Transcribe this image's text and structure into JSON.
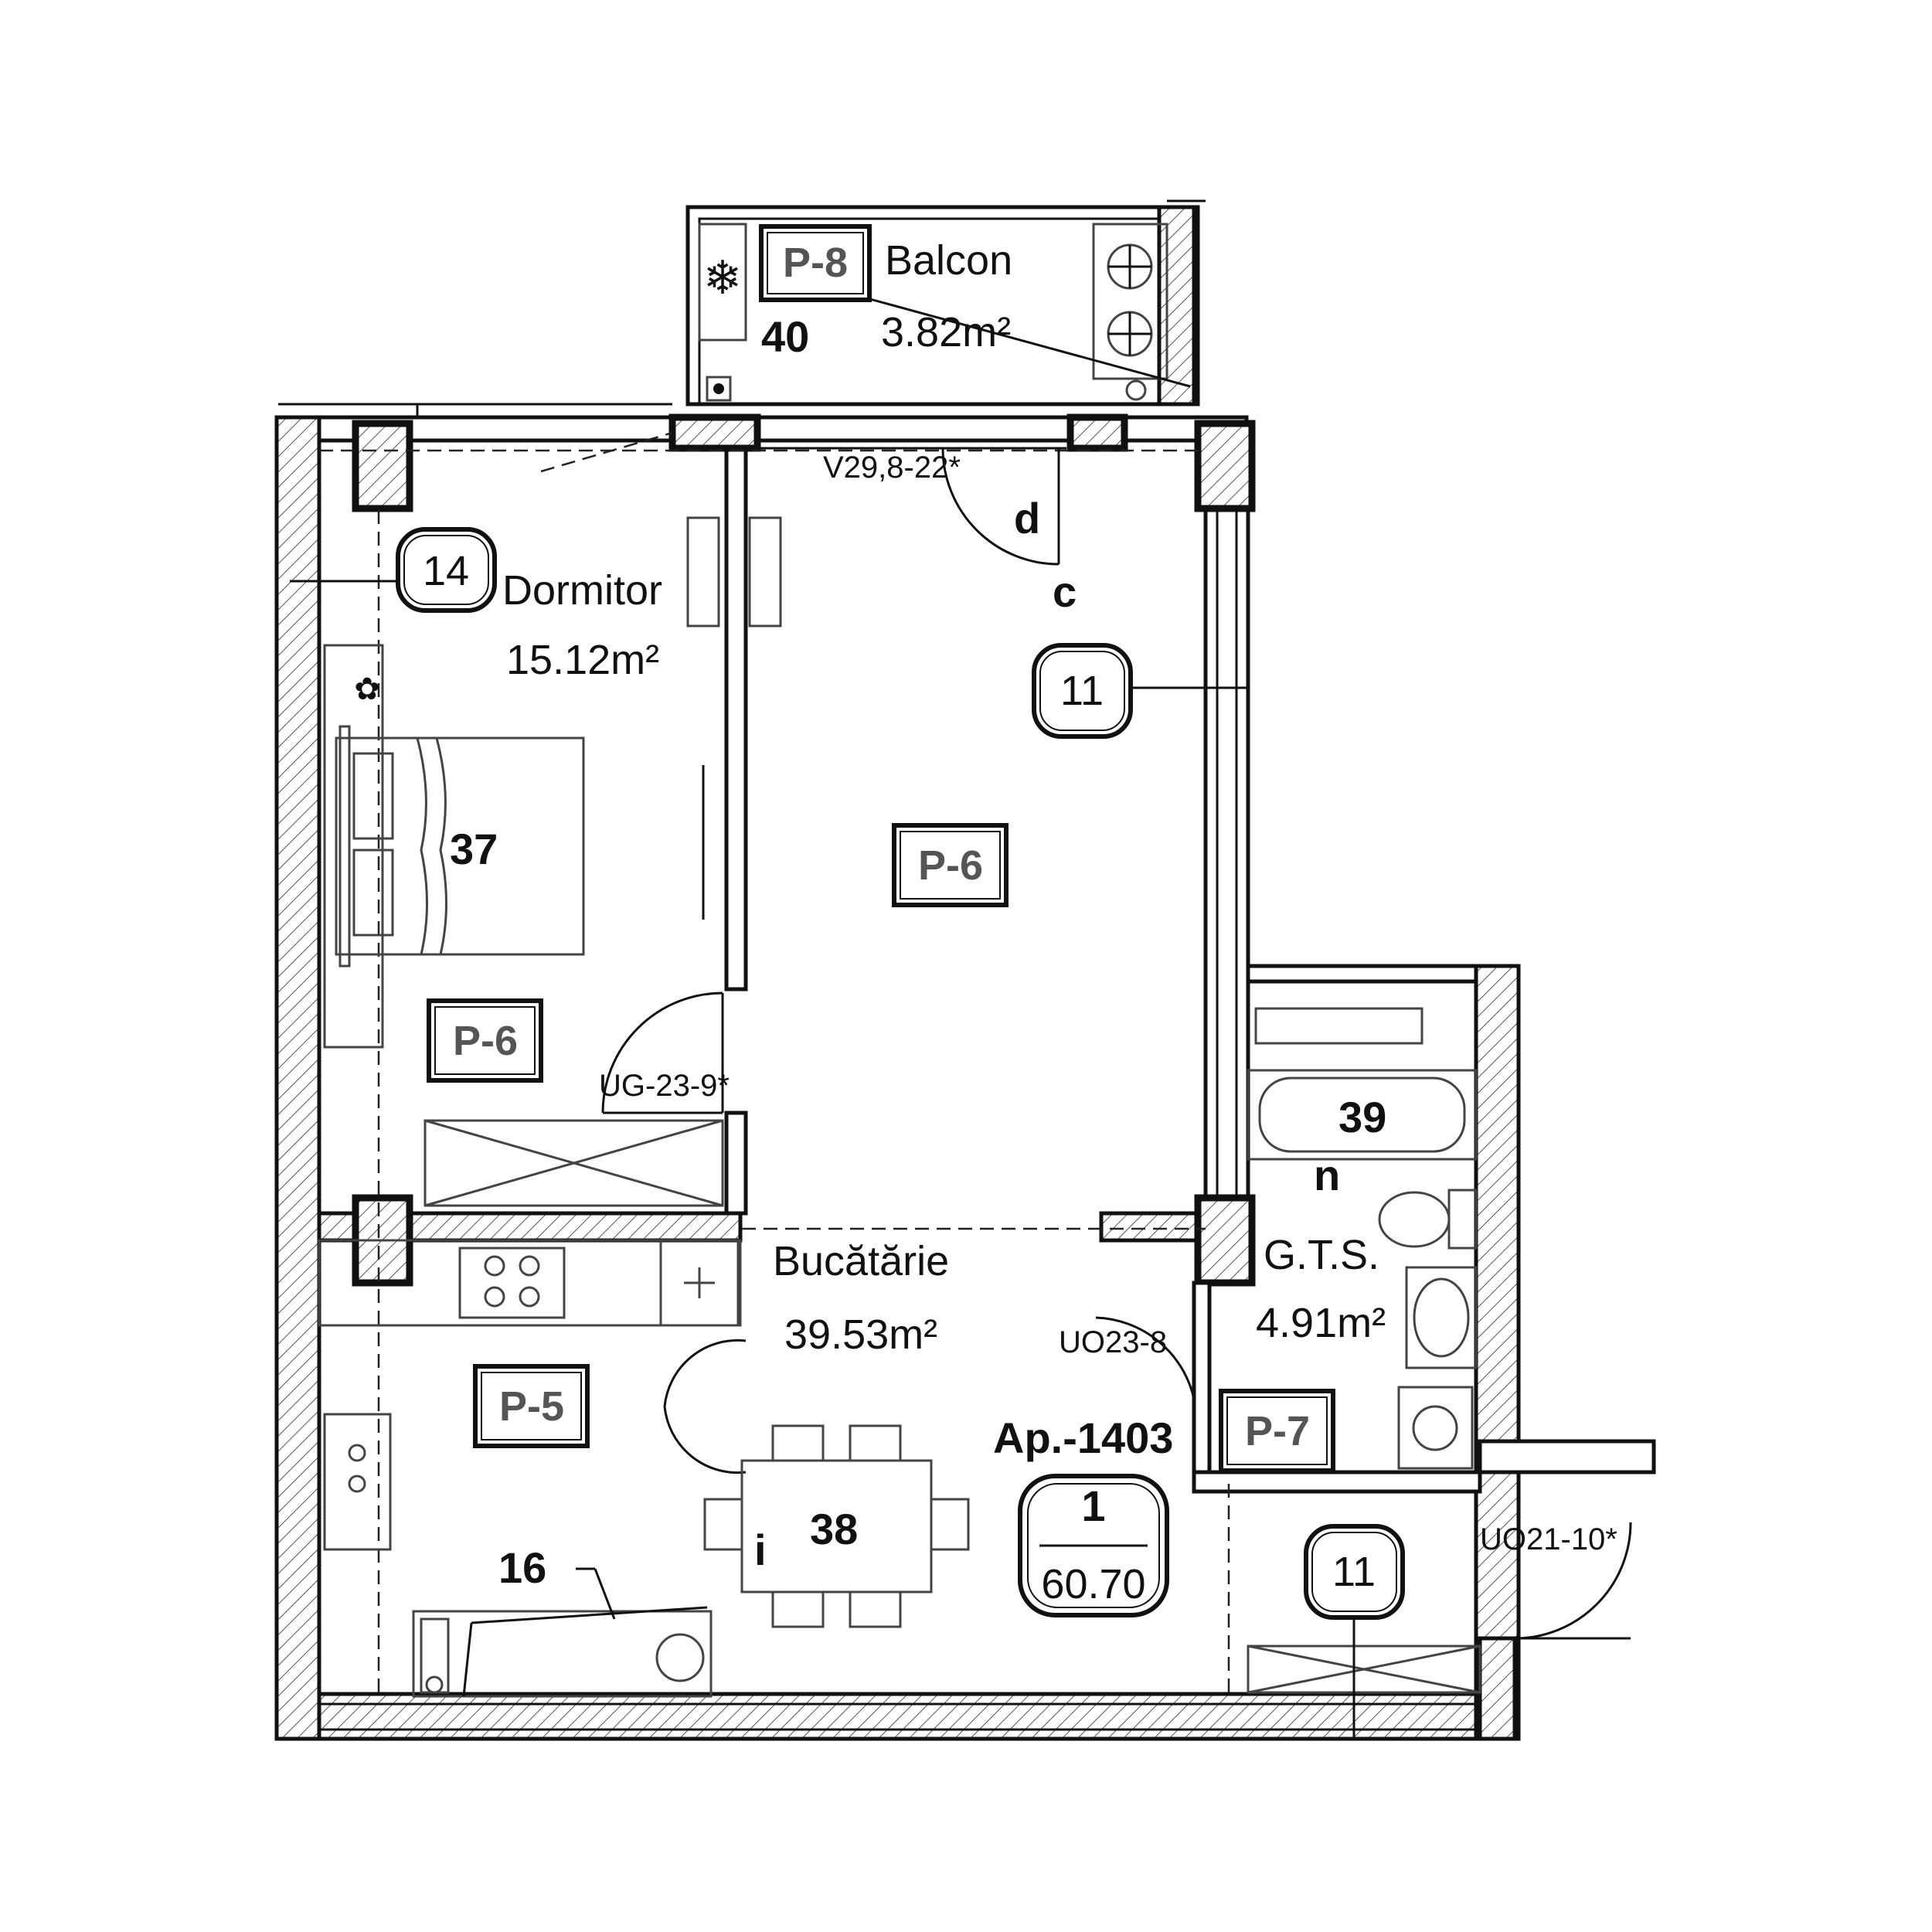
{
  "rooms": {
    "balcon": {
      "name": "Balcon",
      "area": "3.82m²"
    },
    "dormitor": {
      "name": "Dormitor",
      "area": "15.12m²"
    },
    "bucatarie": {
      "name": "Bucătărie",
      "area": "39.53m²"
    },
    "gts": {
      "name": "G.T.S.",
      "area": "4.91m²"
    }
  },
  "tags": {
    "p8": "P-8",
    "p6_living": "P-6",
    "p6_bedroom": "P-6",
    "p5": "P-5",
    "p7": "P-7"
  },
  "markers": {
    "m14": "14",
    "m11_top": "11",
    "m11_bottom": "11"
  },
  "numbers": {
    "n40": "40",
    "n37": "37",
    "n39": "39",
    "n38": "38",
    "n16": "16"
  },
  "letters": {
    "d": "d",
    "c": "c",
    "n": "n",
    "i": "i"
  },
  "door_codes": {
    "window": "V29,8-22*",
    "bedroom": "UG-23-9*",
    "bathroom": "UO23-8",
    "entry": "UO21-10*"
  },
  "apartment": {
    "id": "Ap.-1403",
    "rooms": "1",
    "area": "60.70"
  }
}
